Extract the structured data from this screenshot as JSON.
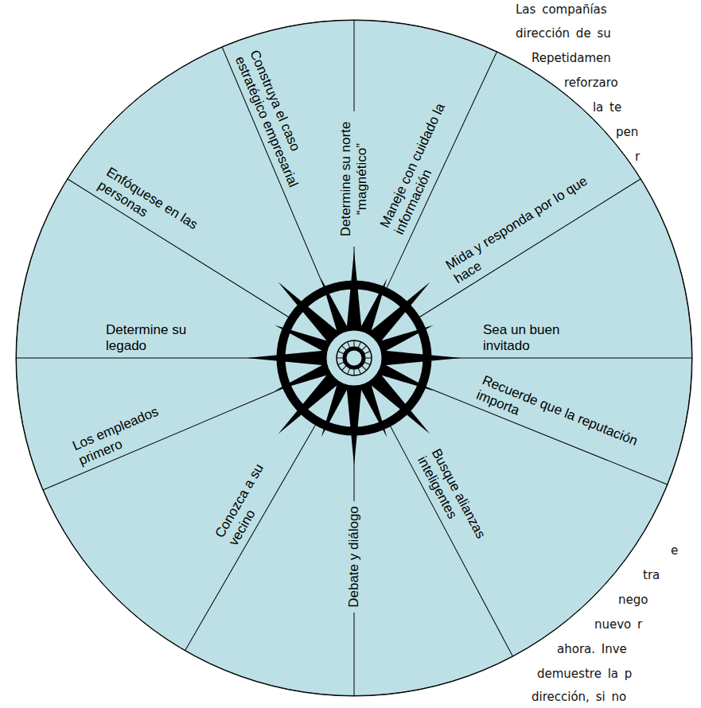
{
  "diagram": {
    "nodes": [
      {
        "text": [
          "Determine su norte “magnético”",
          "Maneje con cuidado la información",
          "Mida y responda por lo que hace",
          "Sea un buen invitado",
          "Recuerde que la reputación importa",
          "Busque alianzas inteligentes",
          "Debate y diálogo",
          "Conozca a su vecino",
          "Los empleados primero",
          "Determine su legado",
          "Enfóquese en las personas",
          "Construya el caso estratégico empresarial"
        ]
      }
    ],
    "labels": [
      "Las compañías",
      "dirección de su",
      "Repetidamen",
      "reforzaro",
      "la te",
      "pen",
      "r",
      "e",
      "tra",
      "nego",
      "nuevo r",
      "ahora. Inve",
      "demuestre la p",
      "dirección, si no"
    ]
  }
}
